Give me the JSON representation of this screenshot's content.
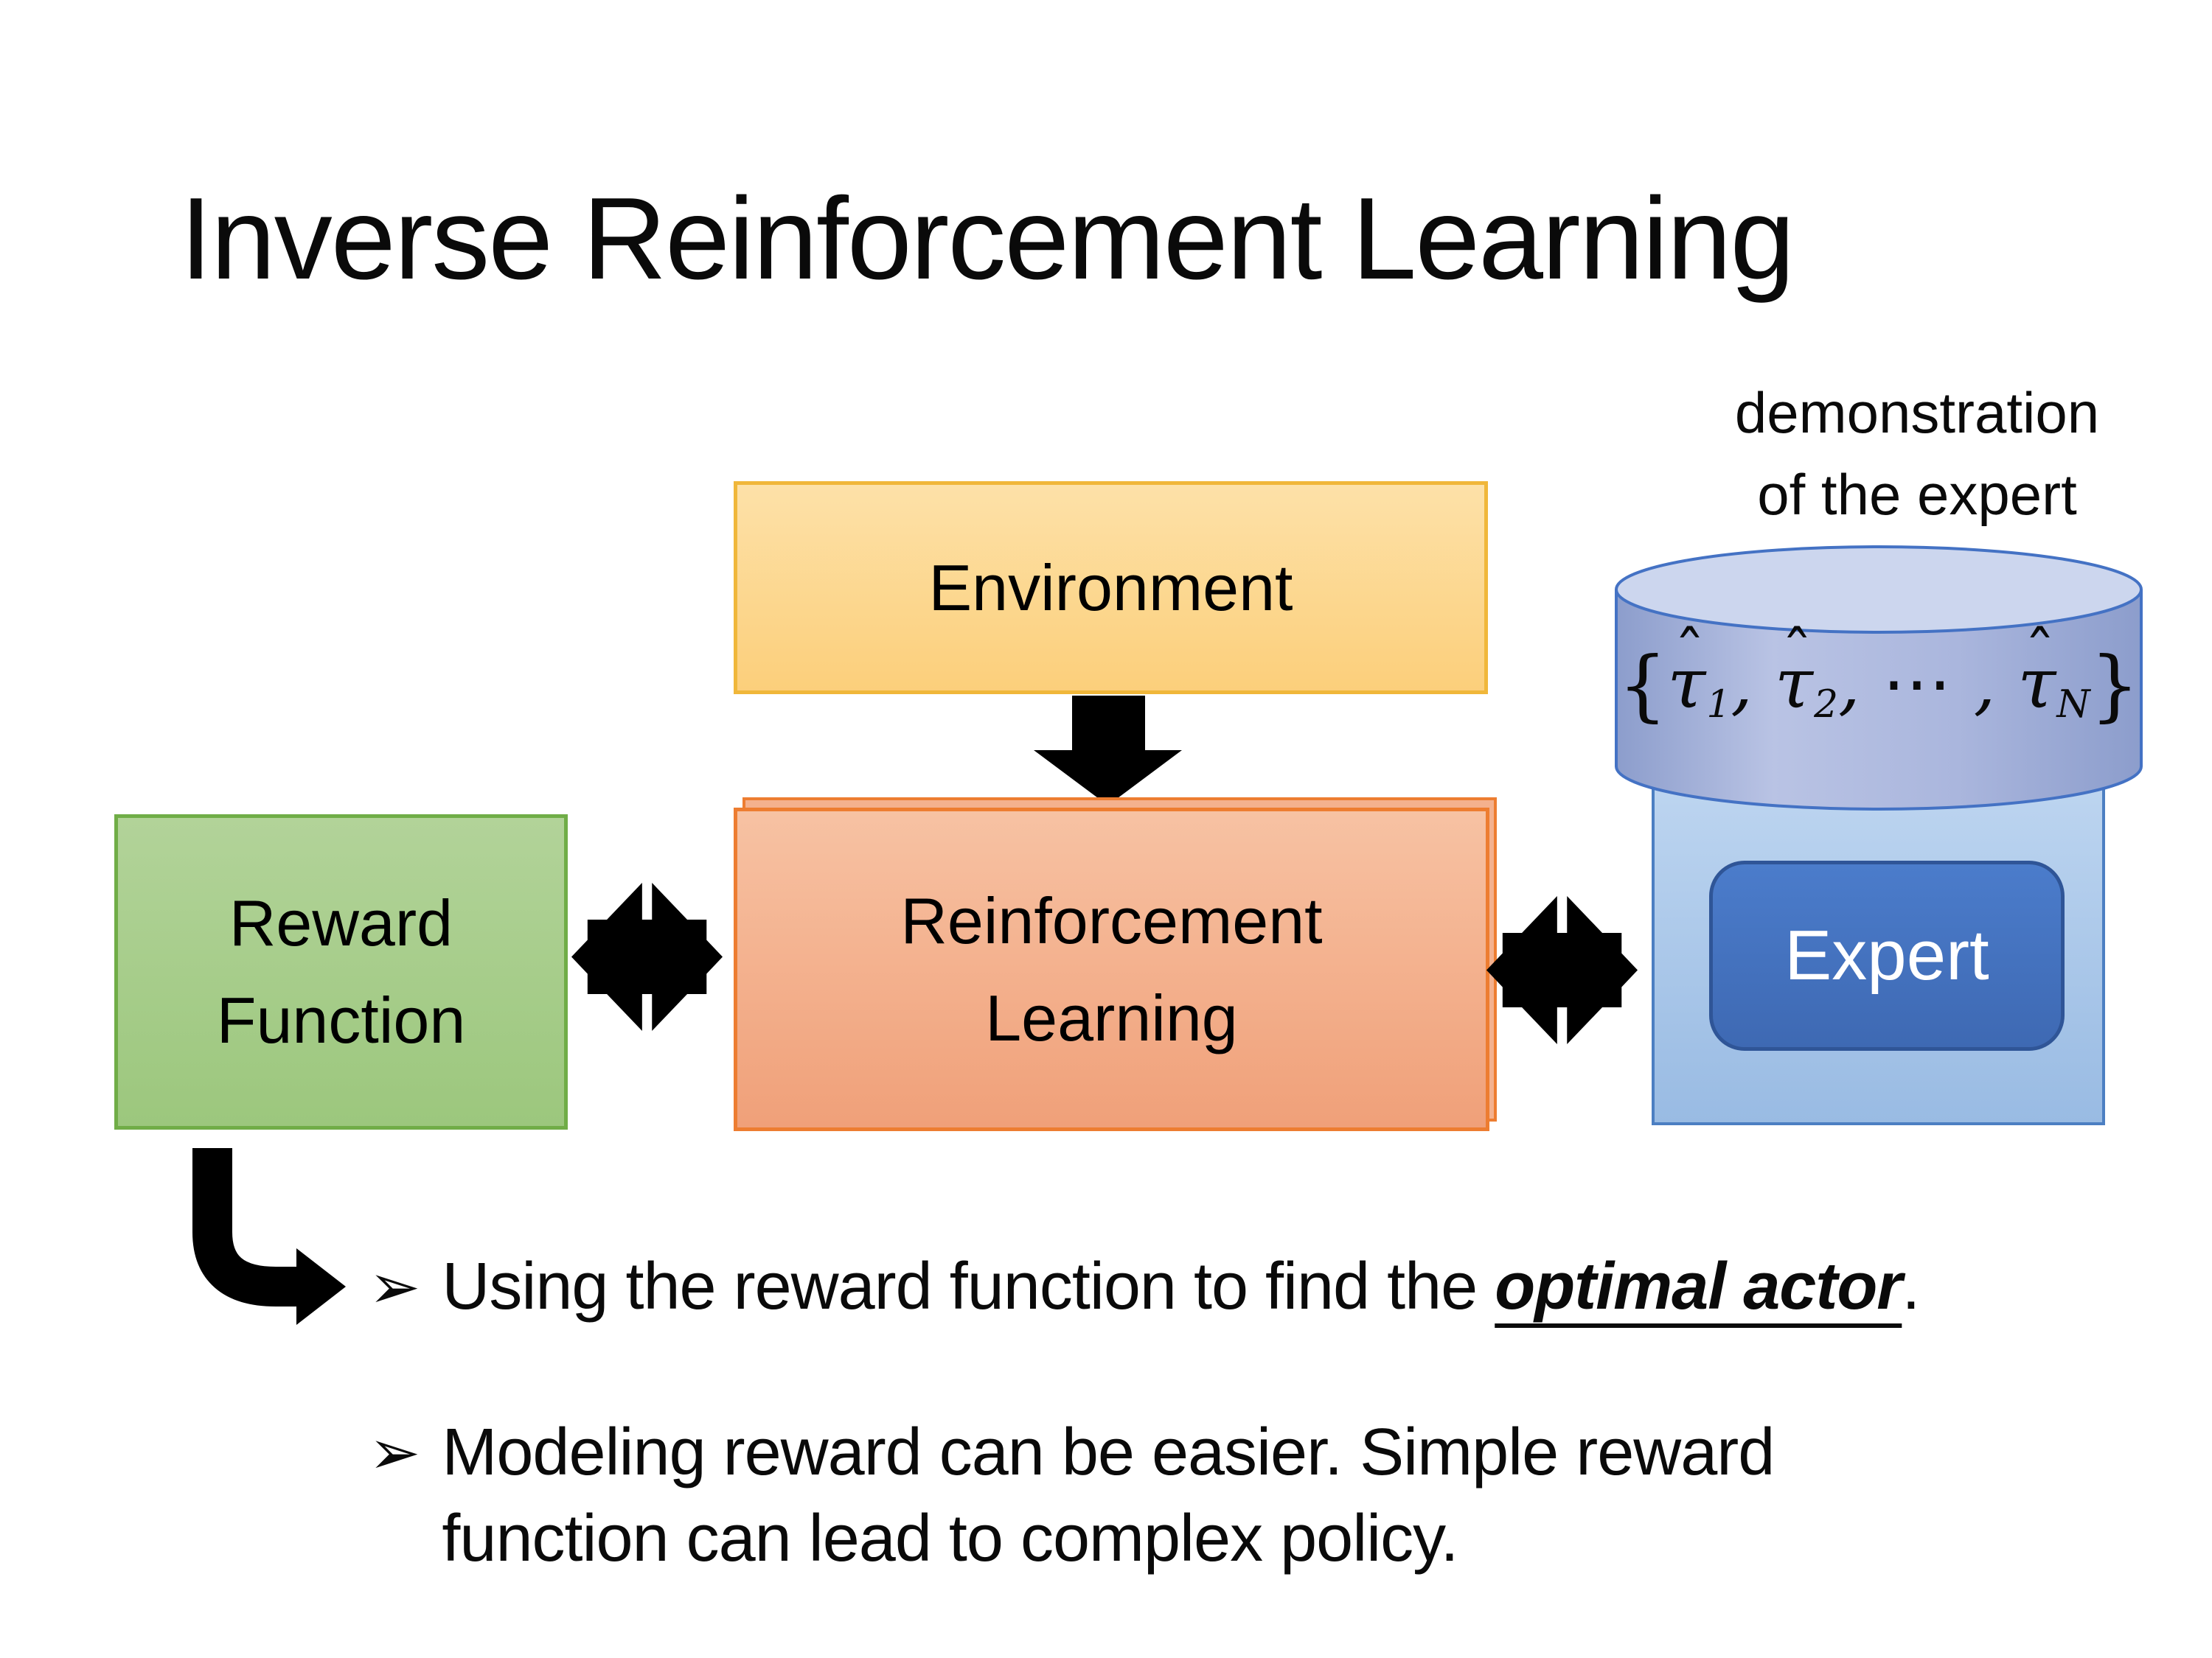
{
  "slide": {
    "title": "Inverse Reinforcement Learning"
  },
  "annotation": {
    "line1": "demonstration",
    "line2": "of the expert"
  },
  "boxes": {
    "environment": {
      "label": "Environment"
    },
    "reward": {
      "line1": "Reward",
      "line2": "Function"
    },
    "reinforcement_learning": {
      "line1": "Reinforcement",
      "line2": "Learning"
    },
    "expert": {
      "label": "Expert"
    }
  },
  "formula": {
    "brace_open": "{",
    "tau": "τ",
    "hat": "ˆ",
    "sub_1": "1",
    "sub_2": "2",
    "separator": ", ",
    "cdots": "⋯",
    "cdots_separator": " , ",
    "sub_n": "N",
    "brace_close": "}"
  },
  "bullets": {
    "marker": "➢",
    "item1": {
      "text_before": "Using the reward function to find the ",
      "emphasis": "optimal actor",
      "text_after": "."
    },
    "item2": {
      "line1": "Modeling reward can be easier. Simple reward",
      "line2": "function can lead to complex policy."
    }
  },
  "colors": {
    "environment_border": "#f0b73a",
    "environment_fill": "#fcd68d",
    "reward_border": "#70ad47",
    "reward_fill": "#a6cd89",
    "rl_border": "#ed7d31",
    "rl_fill": "#f3b090",
    "expert_panel_fill": "#a9c8ea",
    "expert_panel_border": "#4c7fc2",
    "expert_button_fill": "#4472c4",
    "expert_button_border": "#2f5597",
    "cylinder_fill": "#a7b3da",
    "cylinder_top_fill": "#ccd6ee",
    "cylinder_border": "#4472c4",
    "arrow_color": "#000000",
    "text_color": "#0a0a0a"
  }
}
